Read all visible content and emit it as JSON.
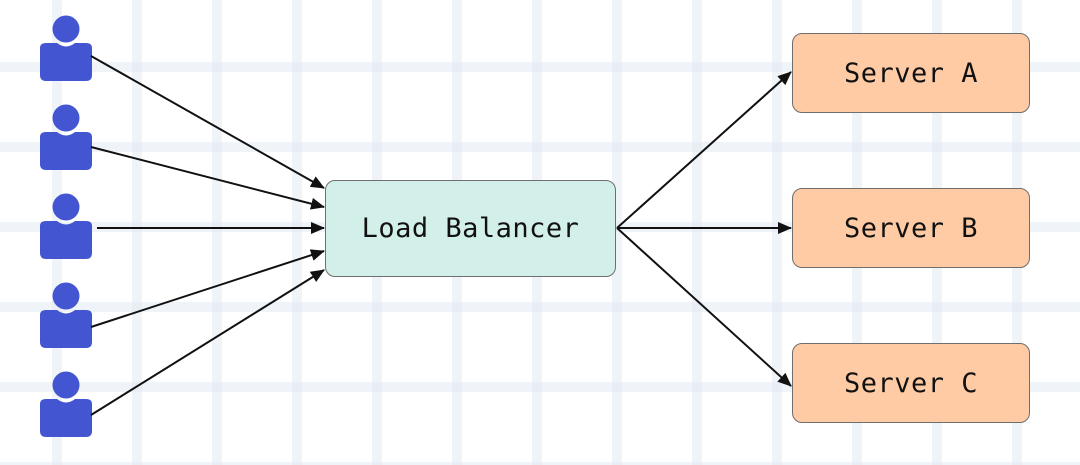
{
  "diagram": {
    "load_balancer": {
      "label": "Load Balancer"
    },
    "servers": [
      {
        "label": "Server A"
      },
      {
        "label": "Server B"
      },
      {
        "label": "Server C"
      }
    ],
    "clients": [
      {
        "icon": "user-icon"
      },
      {
        "icon": "user-icon"
      },
      {
        "icon": "user-icon"
      },
      {
        "icon": "user-icon"
      },
      {
        "icon": "user-icon"
      }
    ],
    "colors": {
      "client": "#4355d0",
      "load_balancer_fill": "#d2f0e9",
      "server_fill": "#fecba4",
      "arrow": "#111111"
    }
  }
}
